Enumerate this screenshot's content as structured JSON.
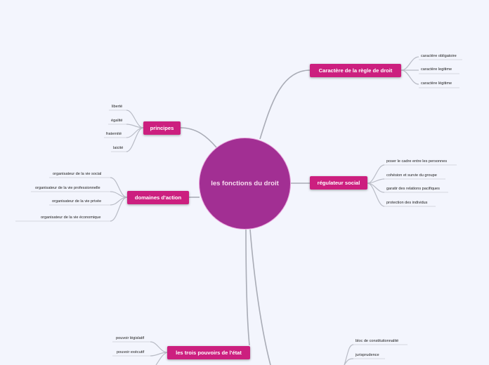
{
  "center": {
    "label": "les fonctions du droit"
  },
  "branches": [
    {
      "label": "Caractère de la règle de droit",
      "leaves": [
        "caractère obligatoire",
        "caractère legitime",
        "caractère légitime"
      ]
    },
    {
      "label": "principes",
      "leaves": [
        "liberté",
        "égalité",
        "fraternité",
        "laicité"
      ]
    },
    {
      "label": "régulateur social",
      "leaves": [
        "poser le cadre entre les personnes",
        "cohésion et survie du groupe",
        "garatir des relations pacifiques",
        "protection des individus"
      ]
    },
    {
      "label": "domaines d'action",
      "leaves": [
        "organisateur de la vie social",
        "organisateur de la vie professionnelle",
        "organisateur de la vie privée",
        "organisateur de la vie économique"
      ]
    },
    {
      "label": "les trois pouvoirs de l'état",
      "leaves": [
        "pouvoir législatif",
        "pouvoir exécutif"
      ]
    },
    {
      "label": "",
      "leaves": [
        "bloc de constitutionnalité",
        "jurisprudence"
      ]
    }
  ],
  "colors": {
    "center": "#a22f93",
    "node": "#cc1f7f",
    "background": "#f3f5fd",
    "link": "#b9bcc6"
  }
}
